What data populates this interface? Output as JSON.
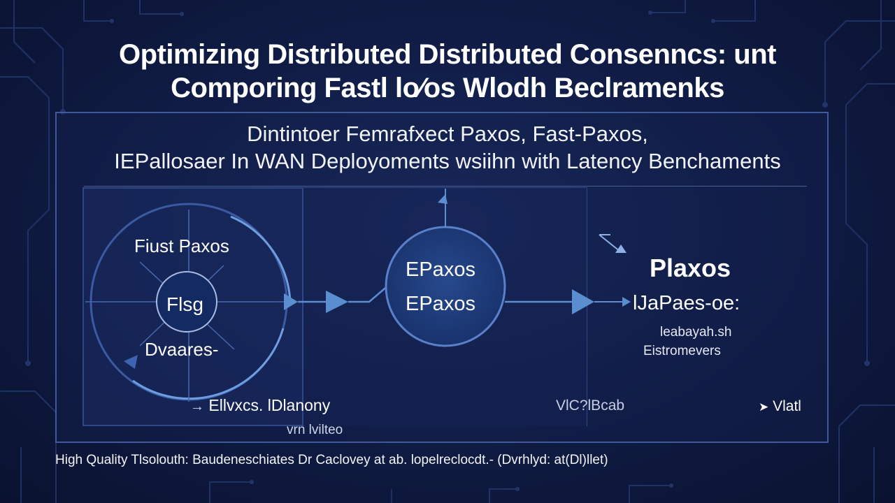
{
  "title": {
    "line1": "Optimizing Distributed Distributed Consenncs: unt",
    "line2": "Comporing Fastl lo⁄os Wlodh Beclramenks"
  },
  "subtitle": {
    "line1": "Dintintoer Femrafxect Paxos, Fast-Paxos,",
    "line2": "IEPallosaer In WAN Deployoments wsiihn with Latency Benchaments"
  },
  "diagram": {
    "left_circle": {
      "outer_label": "Fiust Paxos",
      "center_label": "Flsg",
      "bottom_label": "Dvaares-"
    },
    "middle_circle": {
      "label_line1": "EPaxos",
      "label_line2": "EPaxos"
    },
    "right_block": {
      "title": "Plaxos",
      "subtitle": "lJaPaes-oe:",
      "note_line1": "leabayah.sh",
      "note_line2": "Eistromevers"
    },
    "legend": {
      "item1_arrow": "→",
      "item1_text": "Ellvxcs. lDlanony",
      "item2_text": "vrn lvilteo",
      "item3_text": "VlC?lBcab",
      "item4_arrow": "➤",
      "item4_text": "Vlatl"
    }
  },
  "footer": {
    "text": "High Quality Tlsolouth: Baudeneschiates Dr Caclovey at ab. lopelreclocdt.- (Dvrhlyd: at(Dl)llet)"
  },
  "colors": {
    "background": "#0d1638",
    "panel_border": "#3f5a9a",
    "arrow": "#5b8ed1",
    "circle_fill": "#1d3b78",
    "text": "#ffffff"
  }
}
